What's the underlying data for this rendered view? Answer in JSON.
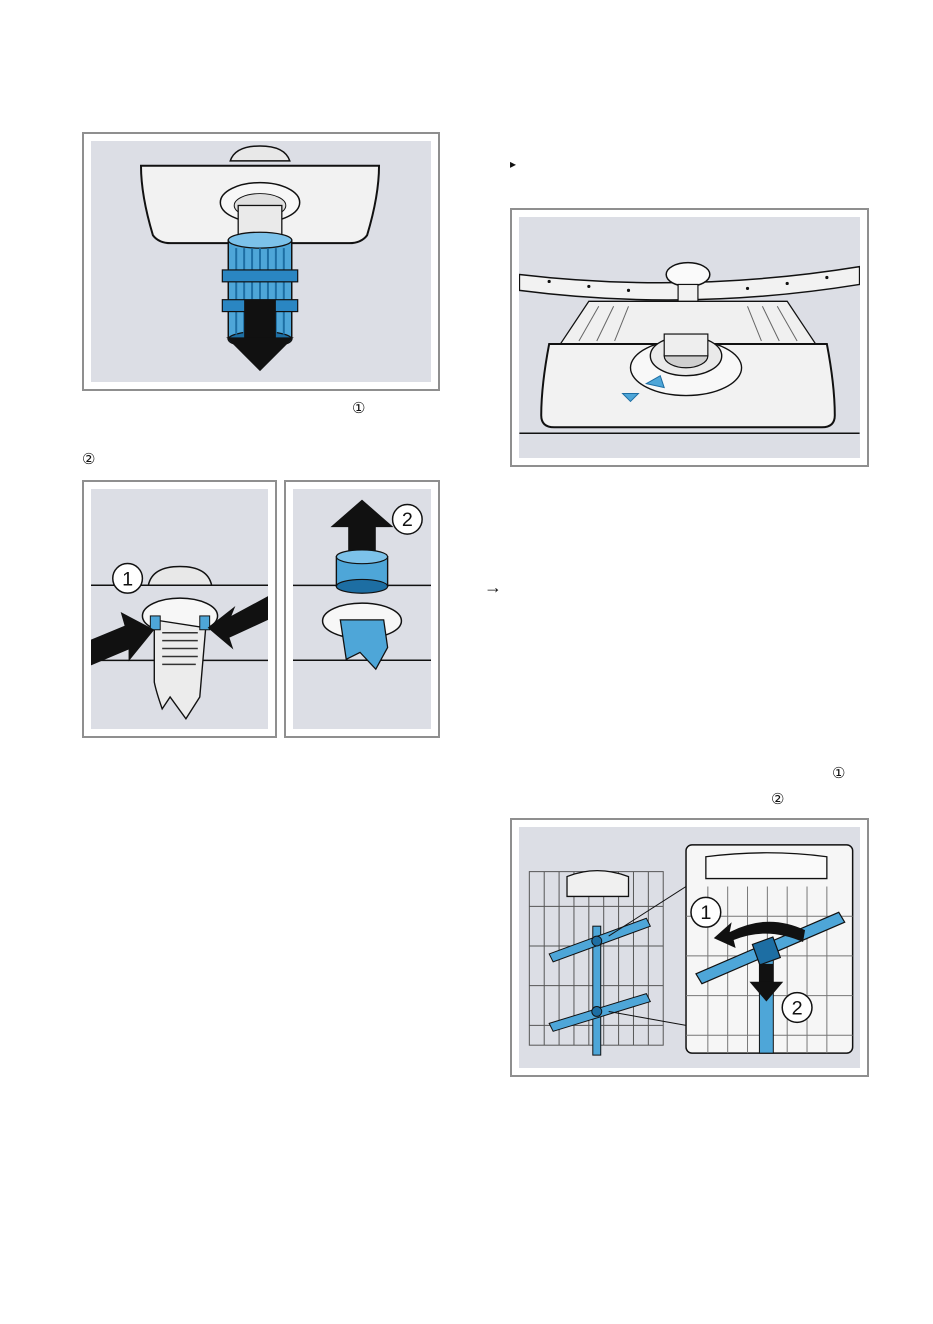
{
  "markers": {
    "step_one": "①",
    "step_two": "②",
    "bullet": "▸",
    "result_arrow": "→"
  },
  "figures": {
    "filter_pull": {
      "callouts": []
    },
    "filter_squeeze": {
      "callouts": [
        "1"
      ]
    },
    "filter_lift": {
      "callouts": [
        "2"
      ]
    },
    "filter_seated": {
      "callouts": []
    },
    "spray_arm": {
      "callouts": [
        "1",
        "2"
      ]
    }
  },
  "colors": {
    "panel_bg": "#dcdee5",
    "frame": "#8f8f8f",
    "part_blue": "#4ea6d8",
    "part_blue_dark": "#1d6ea3",
    "plate": "#f2f2f2",
    "ink": "#111111"
  }
}
